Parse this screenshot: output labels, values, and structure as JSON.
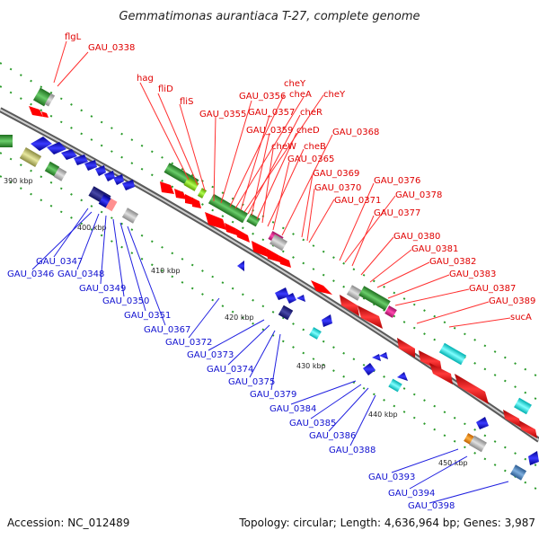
{
  "title": "Gemmatimonas aurantiaca T-27, complete genome",
  "accession": "Accession: NC_012489",
  "topology": "Topology: circular; Length: 4,636,964 bp; Genes: 3,987",
  "ticks": [
    "390 kbp",
    "400 kbp",
    "410 kbp",
    "420 kbp",
    "430 kbp",
    "440 kbp",
    "450 kbp"
  ],
  "forward_labels": [
    "flgL",
    "GAU_0338",
    "hag",
    "fliD",
    "fliS",
    "GAU_0355",
    "GAU_0356",
    "cheY",
    "cheA",
    "GAU_0357",
    "cheY",
    "cheR",
    "GAU_0359",
    "cheD",
    "cheW",
    "cheB",
    "GAU_0365",
    "GAU_0368",
    "GAU_0369",
    "GAU_0370",
    "GAU_0371",
    "GAU_0376",
    "GAU_0378",
    "GAU_0377",
    "GAU_0380",
    "GAU_0381",
    "GAU_0382",
    "GAU_0383",
    "GAU_0387",
    "GAU_0389",
    "sucA"
  ],
  "reverse_labels": [
    "GAU_0347",
    "GAU_0346",
    "GAU_0348",
    "GAU_0349",
    "GAU_0350",
    "GAU_0351",
    "GAU_0367",
    "GAU_0372",
    "GAU_0373",
    "GAU_0374",
    "GAU_0375",
    "GAU_0379",
    "GAU_0384",
    "GAU_0385",
    "GAU_0386",
    "GAU_0388",
    "GAU_0393",
    "GAU_0394",
    "GAU_0398"
  ],
  "colors": {
    "forward_gene": "#ff0000",
    "reverse_gene": "#0000ff",
    "flagellar": "#2e9e2e",
    "chemotaxis": "#e0208c",
    "transport": "#00e0e0",
    "unknown": "#b0b0b0",
    "other": "#c8c870",
    "label_forward": "#e00000",
    "label_reverse": "#1010d0",
    "backbone": "#8a8a8a"
  }
}
